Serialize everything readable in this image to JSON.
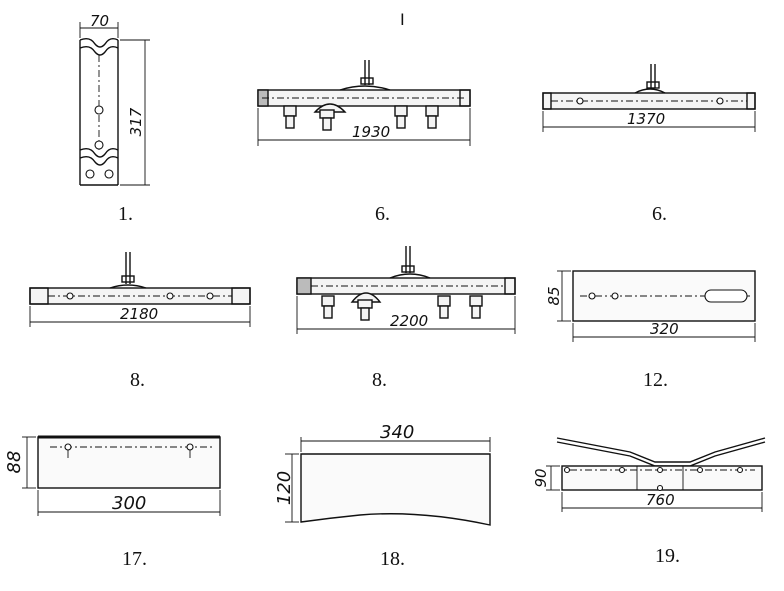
{
  "page_mark": "I",
  "parts": [
    {
      "id": "p1",
      "caption": "1.",
      "dims": [
        "70",
        "317"
      ]
    },
    {
      "id": "p6a",
      "caption": "6.",
      "dims": [
        "1930"
      ]
    },
    {
      "id": "p6b",
      "caption": "6.",
      "dims": [
        "1370"
      ]
    },
    {
      "id": "p8a",
      "caption": "8.",
      "dims": [
        "2180"
      ]
    },
    {
      "id": "p8b",
      "caption": "8.",
      "dims": [
        "2200"
      ]
    },
    {
      "id": "p12",
      "caption": "12.",
      "dims": [
        "85",
        "320"
      ]
    },
    {
      "id": "p17",
      "caption": "17.",
      "dims": [
        "88",
        "300"
      ]
    },
    {
      "id": "p18",
      "caption": "18.",
      "dims": [
        "340",
        "120"
      ]
    },
    {
      "id": "p19",
      "caption": "19.",
      "dims": [
        "90",
        "760"
      ]
    }
  ]
}
